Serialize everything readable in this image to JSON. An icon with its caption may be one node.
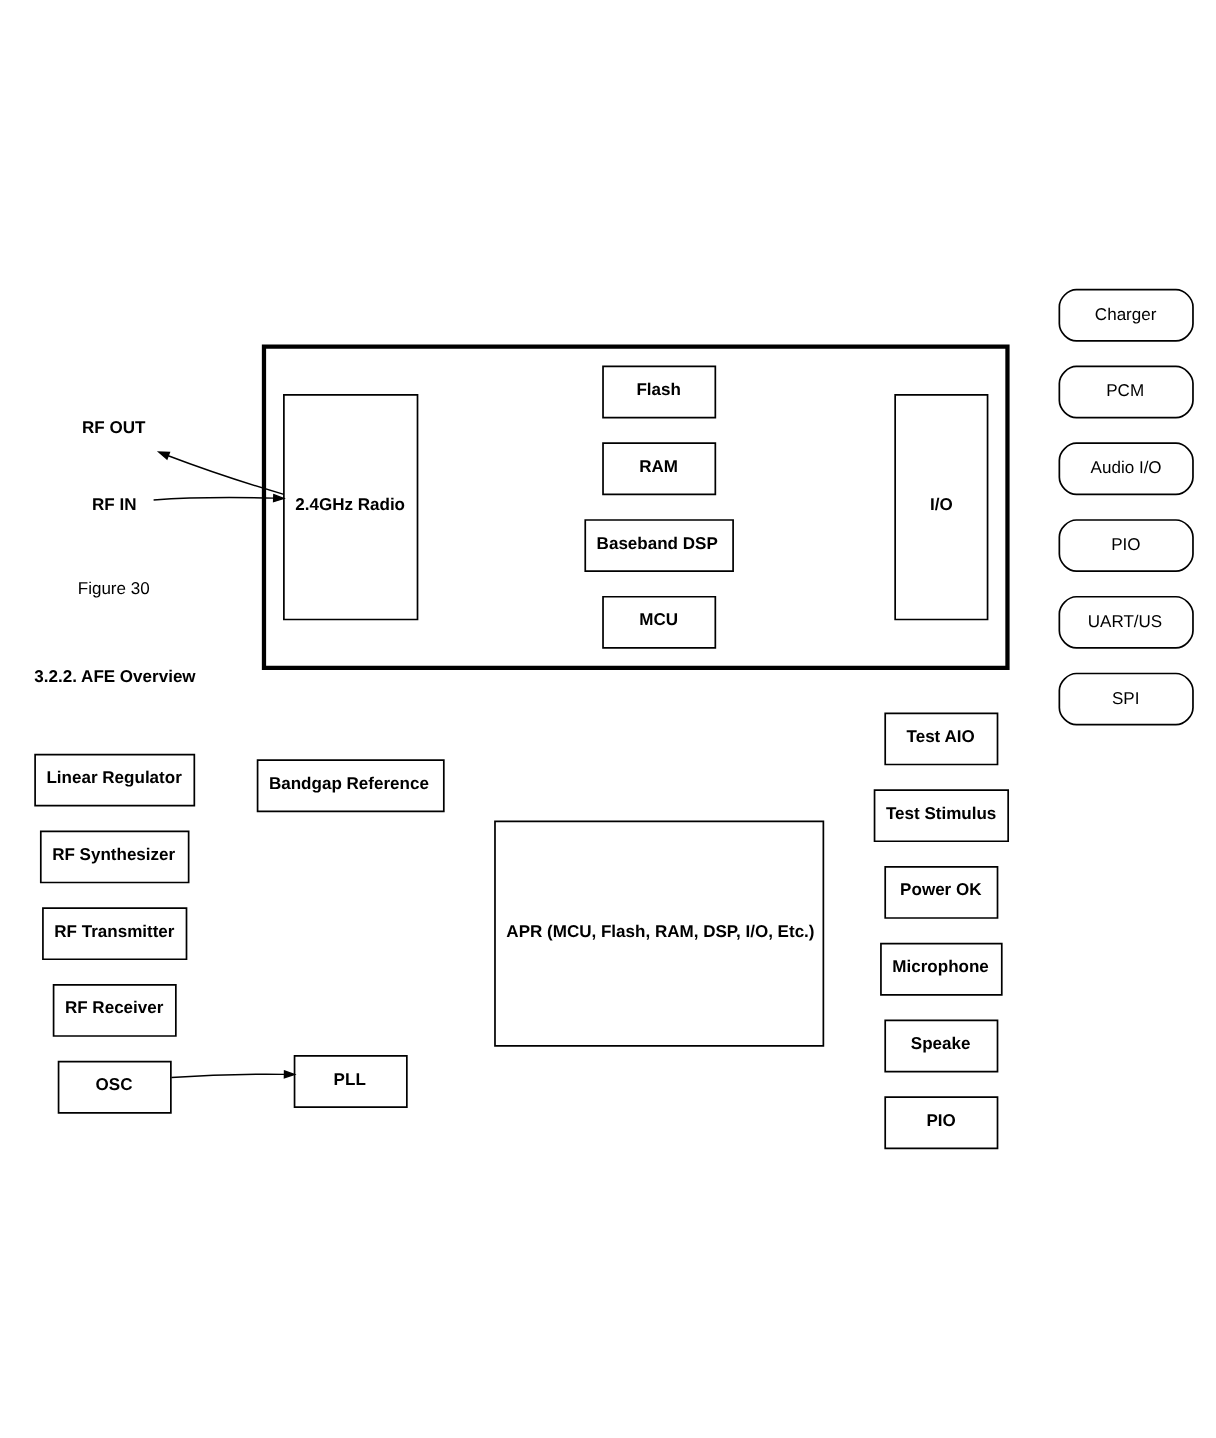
{
  "diagram": {
    "nodes": [
      {
        "text": [],
        "shape": "box"
      },
      {
        "text": [
          "2.4GHz Radio"
        ],
        "in": 0
      },
      {
        "text": [
          "Flash"
        ],
        "in": 0
      },
      {
        "text": [
          "RAM"
        ],
        "in": 0
      },
      {
        "text": [
          "Baseband DSP"
        ],
        "in": 0
      },
      {
        "text": [
          "MCU"
        ],
        "in": 0
      },
      {
        "text": [
          "I/O"
        ],
        "in": 0
      },
      {
        "text": [
          "RF IN"
        ]
      },
      {
        "text": [
          "RF OUT"
        ]
      },
      {
        "text": [
          "SPI"
        ]
      },
      {
        "text": [
          "UART/US"
        ]
      },
      {
        "text": [
          "PIO"
        ]
      },
      {
        "text": [
          "Audio I/O"
        ]
      },
      {
        "text": [
          "PCM"
        ]
      },
      {
        "text": [
          "Charger"
        ]
      },
      {
        "text": [
          "OSC"
        ]
      },
      {
        "text": [
          "PLL"
        ]
      },
      {
        "text": [
          "RF Receiver"
        ]
      },
      {
        "text": [
          "RF Transmitter"
        ]
      },
      {
        "text": [
          "RF Synthesizer"
        ]
      },
      {
        "text": [
          "Linear Regulator"
        ]
      },
      {
        "text": [
          "Bandgap Reference"
        ]
      },
      {
        "text": [
          "APR (MCU, Flash, RAM, DSP, I/O, Etc.)"
        ]
      },
      {
        "text": [
          "PIO"
        ]
      },
      {
        "text": [
          "Speake"
        ]
      },
      {
        "text": [
          "Microphone"
        ]
      },
      {
        "text": [
          "Power OK"
        ]
      },
      {
        "text": [
          "Test Stimulus"
        ]
      },
      {
        "text": [
          "Test AIO"
        ]
      }
    ],
    "edges": [
      {
        "from": 7,
        "to": 1,
        "arrow": "to"
      },
      {
        "from": 1,
        "to": 8,
        "arrow": "to"
      },
      {
        "from": 15,
        "to": 16,
        "arrow": "to"
      }
    ],
    "labels": [
      "Figure 30",
      "3.2.2. AFE Overview"
    ]
  }
}
